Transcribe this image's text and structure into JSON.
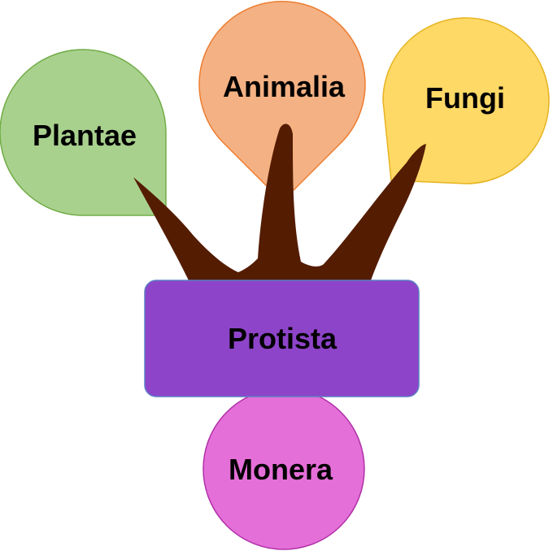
{
  "diagram": {
    "kingdoms": {
      "plantae": {
        "label": "Plantae",
        "color": "#a9d18e",
        "border": "#70ad47"
      },
      "animalia": {
        "label": "Animalia",
        "color": "#f4b183",
        "border": "#ed7d31"
      },
      "fungi": {
        "label": "Fungi",
        "color": "#ffd966",
        "border": "#e6b422"
      },
      "protista": {
        "label": "Protista",
        "color": "#8e44c9",
        "border": "#5b7fc4"
      },
      "monera": {
        "label": "Monera",
        "color": "#e56fd8",
        "border": "#b030a8"
      }
    },
    "trunk_color": "#541c00"
  }
}
